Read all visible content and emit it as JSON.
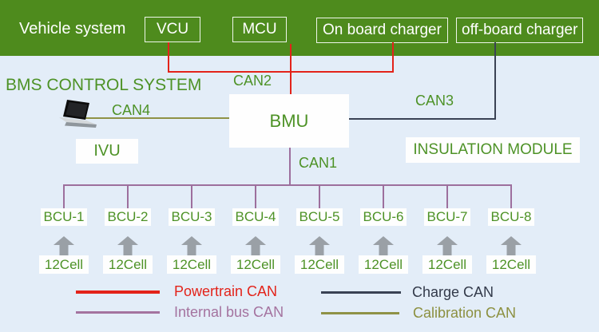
{
  "banner": {
    "title": "Vehicle system",
    "items": [
      {
        "label": "VCU"
      },
      {
        "label": "MCU"
      },
      {
        "label": "On board charger"
      },
      {
        "label": "off-board charger"
      }
    ]
  },
  "diagram": {
    "system_title": "BMS CONTROL SYSTEM",
    "bmu_label": "BMU",
    "ivu_label": "IVU",
    "insulation_label": "INSULATION MODULE",
    "can_labels": {
      "can1": "CAN1",
      "can2": "CAN2",
      "can3": "CAN3",
      "can4": "CAN4"
    }
  },
  "bcus": [
    {
      "label": "BCU-1",
      "cell": "12Cell"
    },
    {
      "label": "BCU-2",
      "cell": "12Cell"
    },
    {
      "label": "BCU-3",
      "cell": "12Cell"
    },
    {
      "label": "BCU-4",
      "cell": "12Cell"
    },
    {
      "label": "BCU-5",
      "cell": "12Cell"
    },
    {
      "label": "BCU-6",
      "cell": "12Cell"
    },
    {
      "label": "BCU-7",
      "cell": "12Cell"
    },
    {
      "label": "BCU-8",
      "cell": "12Cell"
    }
  ],
  "legend": [
    {
      "label": "Powertrain CAN",
      "color": "#e3231a"
    },
    {
      "label": "Internal bus CAN",
      "color": "#a4739f"
    },
    {
      "label": "Charge CAN",
      "color": "#3a4254"
    },
    {
      "label": "Calibration CAN",
      "color": "#8f9246"
    }
  ],
  "icons": {
    "laptop": "laptop-icon",
    "arrow_up": "arrow-up-icon"
  },
  "colors": {
    "banner_green": "#4e8b1d",
    "background_blue": "#e3edf8",
    "text_green": "#4d9226",
    "powertrain_red": "#e3231a",
    "internal_bus_purple": "#9d6f9d",
    "charge_dark": "#3a4254",
    "calibration_olive": "#8f9246",
    "arrow_gray": "#9aa0a6"
  }
}
